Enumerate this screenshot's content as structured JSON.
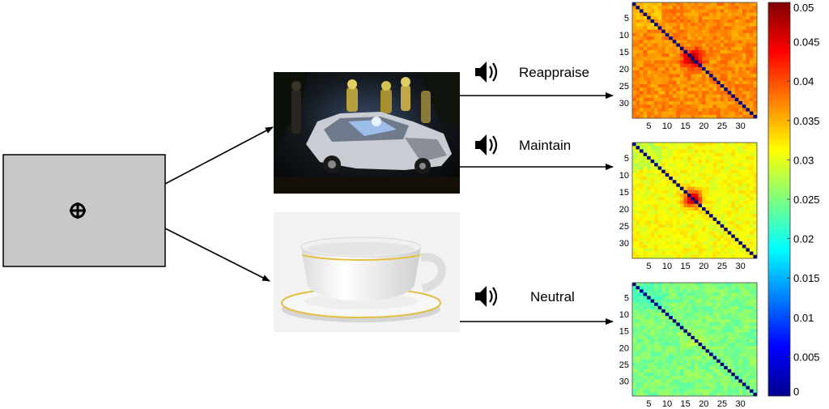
{
  "conditions": [
    {
      "label": "Reappraise",
      "icon": "speaker-icon"
    },
    {
      "label": "Maintain",
      "icon": "speaker-icon"
    },
    {
      "label": "Neutral",
      "icon": "speaker-icon"
    }
  ],
  "fixation": {
    "icon": "fixation-cross-icon",
    "screen_color": "#c8c8c8"
  },
  "stimuli": [
    {
      "name": "car-crash-photo",
      "icon": "car-crash-image"
    },
    {
      "name": "teacup-photo",
      "icon": "teacup-image"
    }
  ],
  "chart_data": {
    "type": "heatmap",
    "matrix_size": 34,
    "ticks": [
      5,
      10,
      15,
      20,
      25,
      30
    ],
    "colorbar": {
      "min": 0,
      "max": 0.05,
      "ticks": [
        "0.05",
        "0.045",
        "0.04",
        "0.035",
        "0.03",
        "0.025",
        "0.02",
        "0.015",
        "0.01",
        "0.005",
        "0"
      ],
      "colormap": "jet"
    },
    "matrices": [
      {
        "condition": "Reappraise",
        "base_value": 0.037,
        "peak_value": 0.05,
        "peak_index": 16,
        "diagonal_value": 0.0
      },
      {
        "condition": "Maintain",
        "base_value": 0.031,
        "peak_value": 0.048,
        "peak_index": 16,
        "diagonal_value": 0.0
      },
      {
        "condition": "Neutral",
        "base_value": 0.025,
        "peak_value": 0.028,
        "peak_index": 16,
        "diagonal_value": 0.0
      }
    ]
  }
}
